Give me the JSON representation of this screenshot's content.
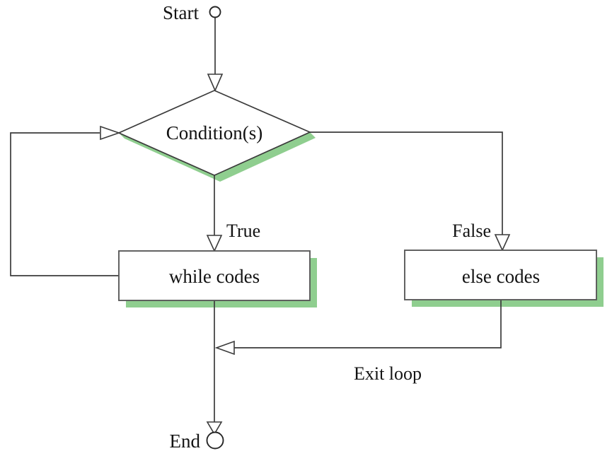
{
  "diagram": {
    "title": "while-else loop flowchart",
    "type": "flowchart",
    "colors": {
      "shadow_green": "#8fce8f",
      "line_stroke": "#3b3b3b",
      "box_stroke": "#5a5a5a",
      "text": "#131313",
      "background": "#ffffff"
    },
    "terminators": {
      "start": {
        "label": "Start",
        "shape": "small-circle"
      },
      "end": {
        "label": "End",
        "shape": "circle"
      }
    },
    "nodes": {
      "condition": {
        "label": "Condition(s)",
        "shape": "diamond"
      },
      "while_body": {
        "label": "while codes",
        "shape": "rectangle"
      },
      "else_body": {
        "label": "else codes",
        "shape": "rectangle"
      }
    },
    "edges": {
      "start_to_condition": {
        "label": ""
      },
      "condition_true": {
        "label": "True"
      },
      "condition_false": {
        "label": "False"
      },
      "loop_back": {
        "label": ""
      },
      "exit_loop": {
        "label": "Exit loop"
      },
      "to_end": {
        "label": ""
      }
    }
  }
}
